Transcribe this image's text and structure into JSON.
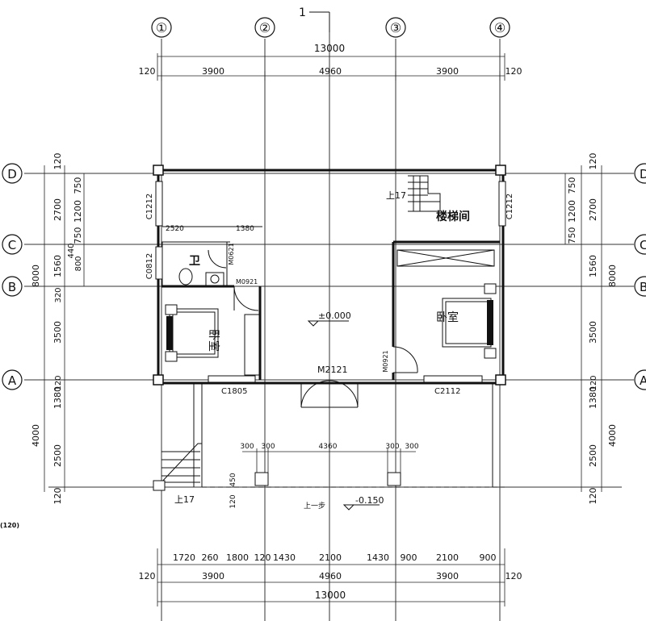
{
  "section_mark": "1",
  "axis_columns": [
    "①",
    "②",
    "③",
    "④"
  ],
  "axis_rows": [
    "D",
    "C",
    "B",
    "A"
  ],
  "dims": {
    "total": "13000",
    "top_line": [
      "120",
      "3900",
      "4960",
      "3900",
      "120"
    ],
    "bottom_detail": [
      "1720",
      "260",
      "1800",
      "120",
      "1430",
      "2100",
      "1430",
      "900",
      "2100",
      "900"
    ],
    "bottom_line": [
      "120",
      "3900",
      "4960",
      "3900",
      "120"
    ],
    "bottom_total": "13000",
    "left_outer": [
      "120",
      "2700",
      "1560",
      "3500",
      "4000",
      "120"
    ],
    "left_total": "8000",
    "left_inner": [
      "750",
      "1200",
      "750",
      "440",
      "800",
      "320"
    ],
    "left_lower": [
      "120",
      "1380",
      "2500"
    ],
    "right_outer": [
      "120",
      "2700",
      "1560",
      "3500",
      "4000",
      "120"
    ],
    "right_total": "8000",
    "right_inner": [
      "750",
      "1200",
      "750"
    ],
    "right_lower": [
      "120",
      "1380",
      "2500"
    ],
    "inner_2520": "2520",
    "inner_1380": "1380",
    "porch": [
      "300",
      "300",
      "4360",
      "300",
      "300"
    ],
    "step_height": "120",
    "step_height2": "450"
  },
  "labels": {
    "stair_room": "楼梯间",
    "bedroom_left": "卧室",
    "bedroom_right": "卧室",
    "toilet": "卫",
    "level_up": "上17",
    "level_up2": "上17",
    "elev_main": "±0.000",
    "elev_porch": "-0.150",
    "step_up": "上一步",
    "door_main": "M2121",
    "door_toilet": "M0621",
    "door_bed_l": "M0921",
    "door_bed_r": "M0921",
    "win_c1212_l": "C1212",
    "win_c1212_r": "C1212",
    "win_c0812": "C0812",
    "win_c1805": "C1805",
    "win_c2112": "C2112",
    "side_note": "(120)"
  }
}
